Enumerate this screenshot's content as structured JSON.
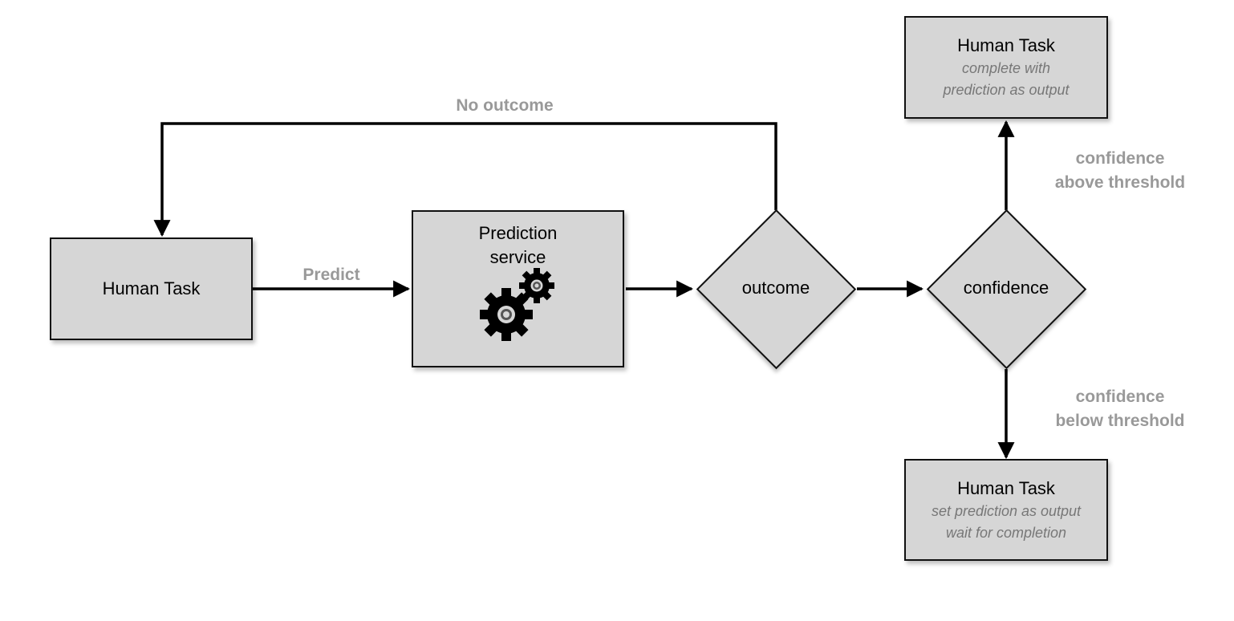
{
  "nodes": {
    "human_task_start": {
      "title": "Human Task"
    },
    "prediction_service": {
      "title_line1": "Prediction",
      "title_line2": "service",
      "icon": "gears-icon"
    },
    "outcome_decision": {
      "label": "outcome"
    },
    "confidence_decision": {
      "label": "confidence"
    },
    "human_task_complete": {
      "title": "Human Task",
      "sub_line1": "complete with",
      "sub_line2": "prediction as output"
    },
    "human_task_wait": {
      "title": "Human Task",
      "sub_line1": "set prediction as output",
      "sub_line2": "wait for completion"
    }
  },
  "edges": {
    "predict": "Predict",
    "no_outcome": "No outcome",
    "above": {
      "line1": "confidence",
      "line2": "above threshold"
    },
    "below": {
      "line1": "confidence",
      "line2": "below threshold"
    }
  }
}
